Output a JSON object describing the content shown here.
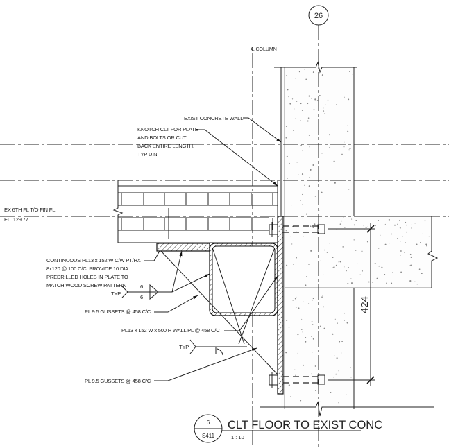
{
  "grid": {
    "bubble_label": "26"
  },
  "column": {
    "label": "℄ COLUMN"
  },
  "notes": {
    "exist_wall": "EXIST CONCRETE WALL",
    "knotch": [
      "KNOTCH CLT FOR PLATE",
      "AND BOLTS OR CUT",
      "BACK ENTIRE LENGTH,",
      "TYP U.N."
    ],
    "floor_level": "EX 6TH FL T/O FIN FL",
    "elevation": "EL. 129.77",
    "continuous_plate": [
      "CONTINUOUS PL13 x 152 W C/W PT/HX",
      "8x120 @ 100 C/C. PROVIDE 10 DIA",
      "PREDRILLED HOLES IN PLATE TO",
      "MATCH WOOD SCREW PATTERN"
    ],
    "weld_typ_1": "TYP",
    "weld_size_top": "6",
    "weld_size_bottom": "6",
    "gussets_1": "PL 9.5 GUSSETS @ 458 C/C",
    "wall_plate": "PL13 x 152 W x 500 H WALL PL @ 458 C/C",
    "weld_typ_2": "TYP",
    "gussets_2": "PL 9.5 GUSSETS @ 458 C/C"
  },
  "dimension": {
    "value": "424"
  },
  "title_block": {
    "detail_number": "6",
    "sheet": "S411",
    "title": "CLT FLOOR TO EXIST CONC",
    "scale": "1 : 10"
  }
}
